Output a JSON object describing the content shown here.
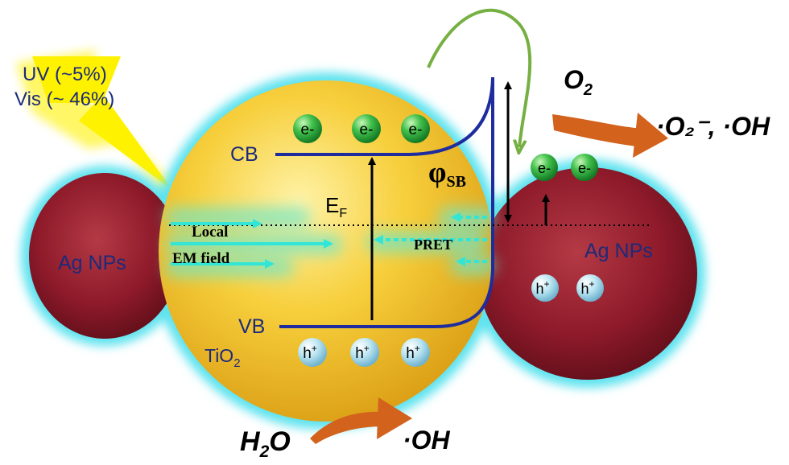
{
  "light": {
    "uv": "UV (~5%)",
    "vis": "Vis (~ 46%)"
  },
  "titania": {
    "label_main": "TiO",
    "label_sub": "2"
  },
  "silver_left": {
    "label": "Ag NPs"
  },
  "silver_right": {
    "label": "Ag NPs"
  },
  "bands": {
    "cb": "CB",
    "vb": "VB",
    "fermi_main": "E",
    "fermi_sub": "F",
    "barrier_main": "φ",
    "barrier_sub": "SB"
  },
  "field": {
    "line1": "Local",
    "line2": "EM field",
    "transfer": "PRET"
  },
  "carriers": {
    "electron": "e-",
    "hole": "h",
    "hole_sup": "+"
  },
  "reactions": {
    "o2_main": "O",
    "o2_sub": "2",
    "products": "·O₂⁻, ·OH",
    "water_main": "H",
    "water_sub": "2",
    "water_end": "O",
    "hydroxyl": "·OH"
  },
  "colors": {
    "titania": "#F2C230",
    "silver": "#8E1A2A",
    "glow": "#5FE3EF",
    "band": "#1E2C9E",
    "electron": "#2FAE3B",
    "hole": "#A9DCEB",
    "transfer_arrow": "#31E6D6",
    "reaction_arrow": "#D2621C",
    "jump_arrow": "#76B043",
    "light": "#FFF200"
  }
}
